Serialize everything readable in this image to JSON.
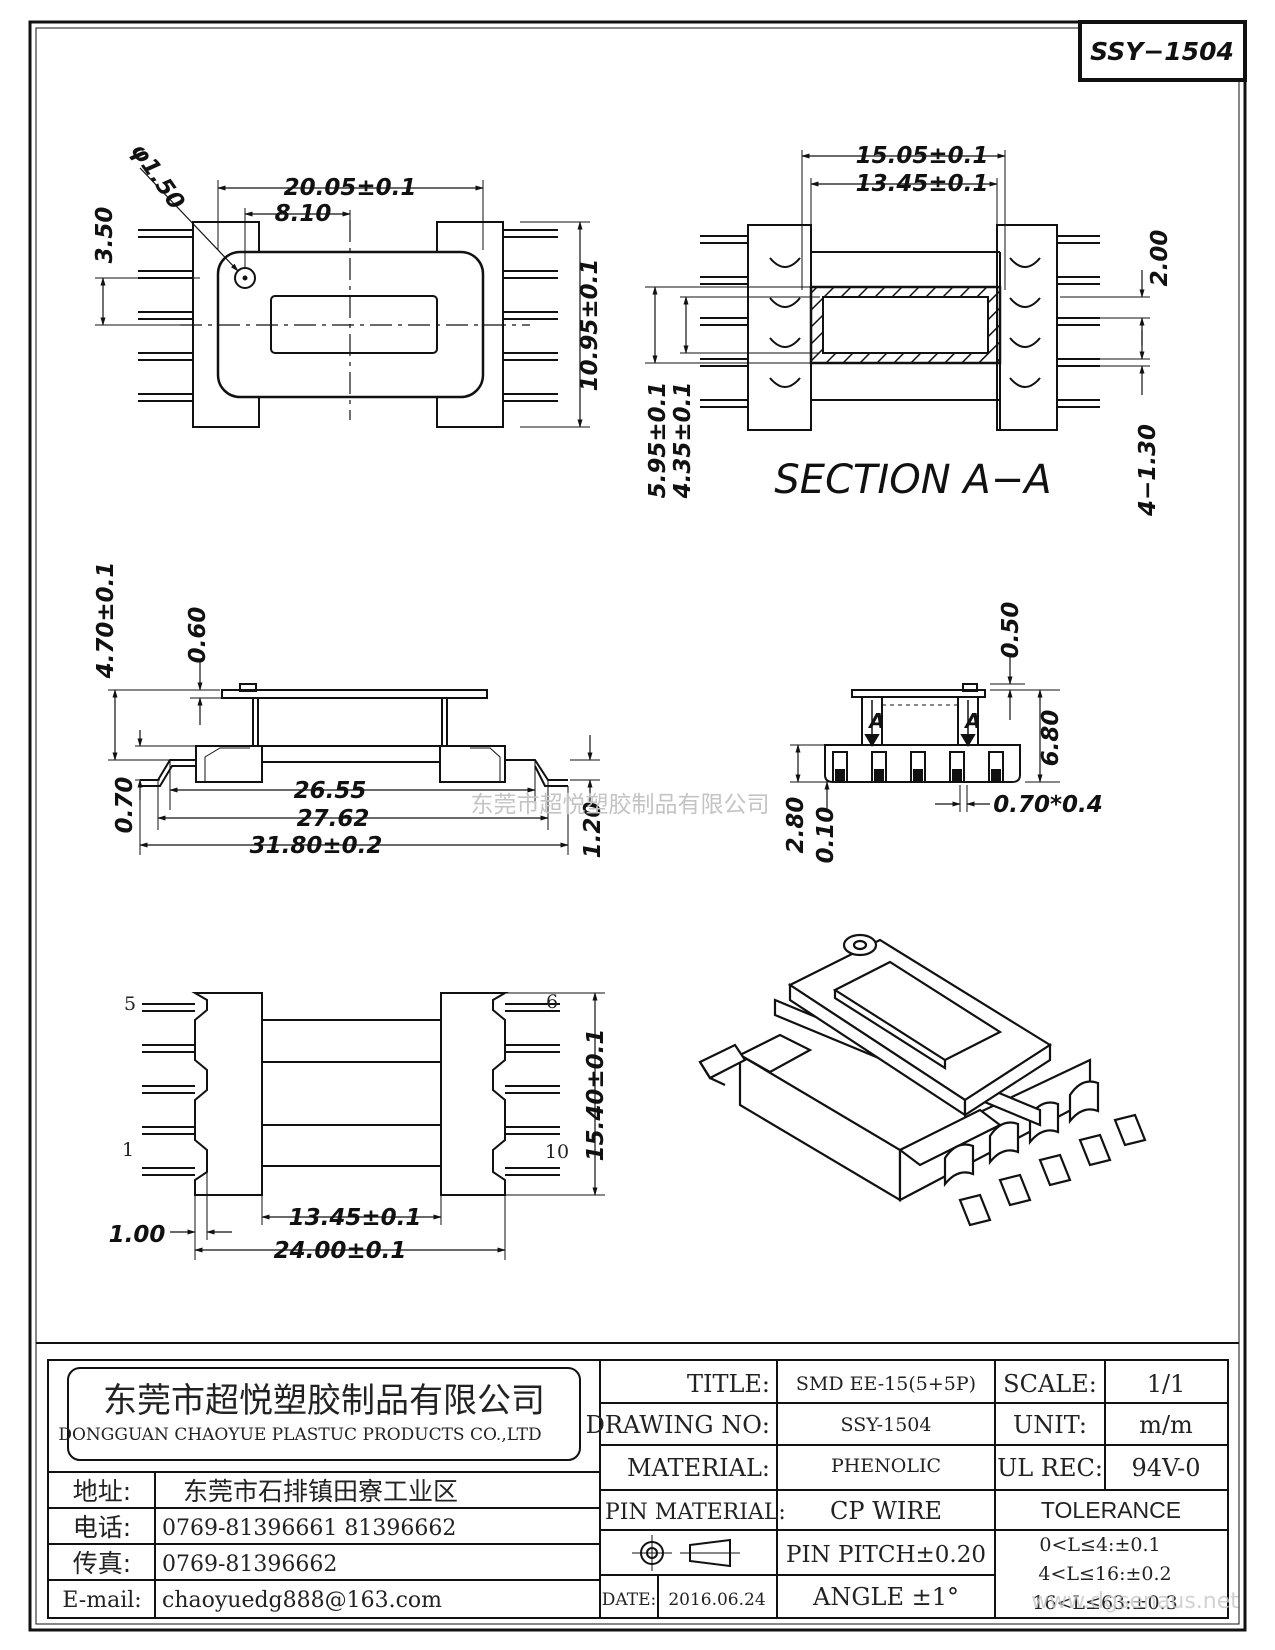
{
  "drawing_id": "SSY−1504",
  "watermark": "东莞市超悦塑胶制品有限公司",
  "watermark2": "www.dgsenaus.net",
  "top_view": {
    "hole_dia": "φ1.50",
    "width": "20.05±0.1",
    "hole_x": "8.10",
    "hole_y": "3.50",
    "height": "10.95±0.1"
  },
  "section": {
    "title": "SECTION  A−A",
    "outer": "15.05±0.1",
    "inner": "13.45±0.1",
    "slot": "2.00",
    "h_outer": "5.95±0.1",
    "h_inner": "4.35±0.1",
    "pins": "4−1.30"
  },
  "side_view": {
    "height": "4.70±0.1",
    "flange": "0.60",
    "standoff": "0.70",
    "d1": "26.55",
    "d2": "27.62",
    "d3": "31.80±0.2",
    "pin_h": "1.20"
  },
  "end_view": {
    "top": "0.50",
    "height": "6.80",
    "mark_left": "A",
    "mark_right": "A",
    "base": "2.80",
    "gap": "0.10",
    "pin": "0.70*0.4"
  },
  "bottom_view": {
    "pin5": "5",
    "pin6": "6",
    "pin1": "1",
    "pin10": "10",
    "height": "15.40±0.1",
    "inner": "13.45±0.1",
    "offset": "1.00",
    "width": "24.00±0.1"
  },
  "title_block": {
    "company_cn": "东莞市超悦塑胶制品有限公司",
    "company_en": "DONGGUAN CHAOYUE PLASTUC PRODUCTS CO.,LTD",
    "addr_label": "地址:",
    "addr": "东莞市石排镇田寮工业区",
    "tel_label": "电话:",
    "tel": "0769-81396661   81396662",
    "fax_label": "传真:",
    "fax": "0769-81396662",
    "email_label": "E-mail:",
    "email": "chaoyuedg888@163.com",
    "title_label": "TITLE:",
    "title": "SMD EE-15(5+5P)",
    "drawno_label": "DRAWING NO:",
    "drawno": "SSY-1504",
    "material_label": "MATERIAL:",
    "material": "PHENOLIC",
    "pinmat_label": "PIN MATERIAL:",
    "pinmat": "CP WIRE",
    "pitch": "PIN PITCH±0.20",
    "date_label": "DATE:",
    "date": "2016.06.24",
    "angle": "ANGLE  ±1°",
    "scale_label": "SCALE:",
    "scale": "1/1",
    "unit_label": "UNIT:",
    "unit": "m/m",
    "ul_label": "UL REC:",
    "ul": "94V-0",
    "tol_label": "TOLERANCE",
    "tol1": "0<L≤4:±0.1",
    "tol2": "4<L≤16:±0.2",
    "tol3": "16<L≤63:±0.3"
  }
}
